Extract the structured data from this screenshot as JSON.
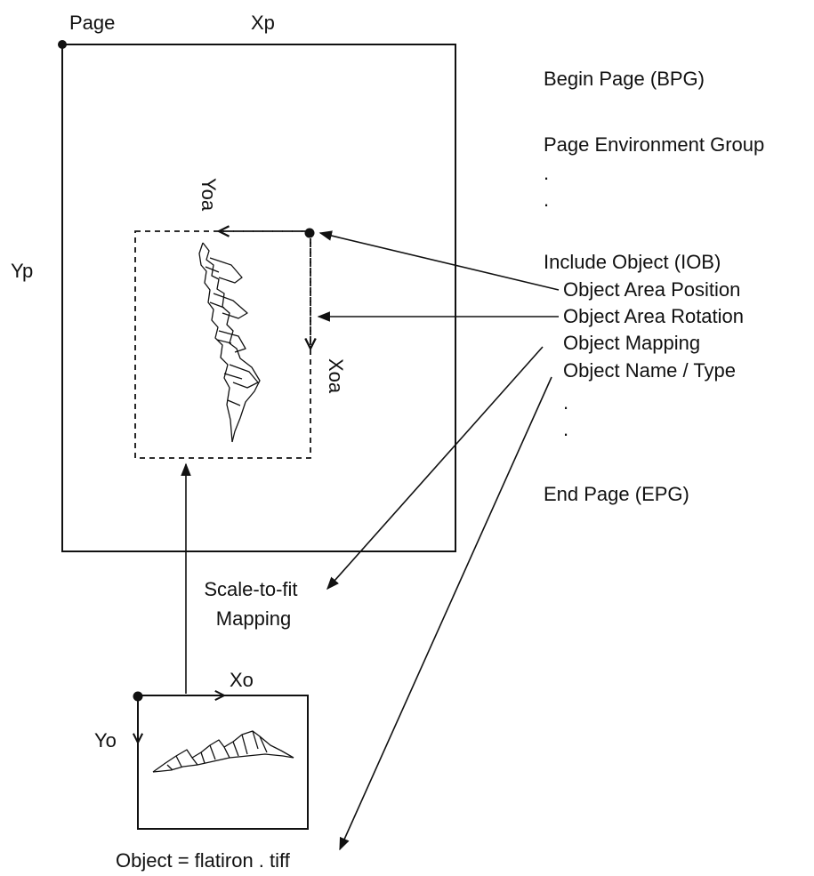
{
  "page": {
    "label": "Page",
    "x_axis": "Xp",
    "y_axis": "Yp"
  },
  "object_area": {
    "x_axis": "Xoa",
    "y_axis": "Yoa"
  },
  "object": {
    "x_axis": "Xo",
    "y_axis": "Yo",
    "caption": "Object = flatiron . tiff"
  },
  "mapping_label": [
    "Scale-to-fit",
    "Mapping"
  ],
  "structure": {
    "begin_page": "Begin Page (BPG)",
    "page_env_group": "Page Environment Group",
    "ellipsis": ".",
    "include_object": "Include Object (IOB)",
    "iob_items": [
      "Object Area Position",
      "Object Area Rotation",
      "Object Mapping",
      "Object Name / Type"
    ],
    "end_page": "End Page (EPG)"
  }
}
